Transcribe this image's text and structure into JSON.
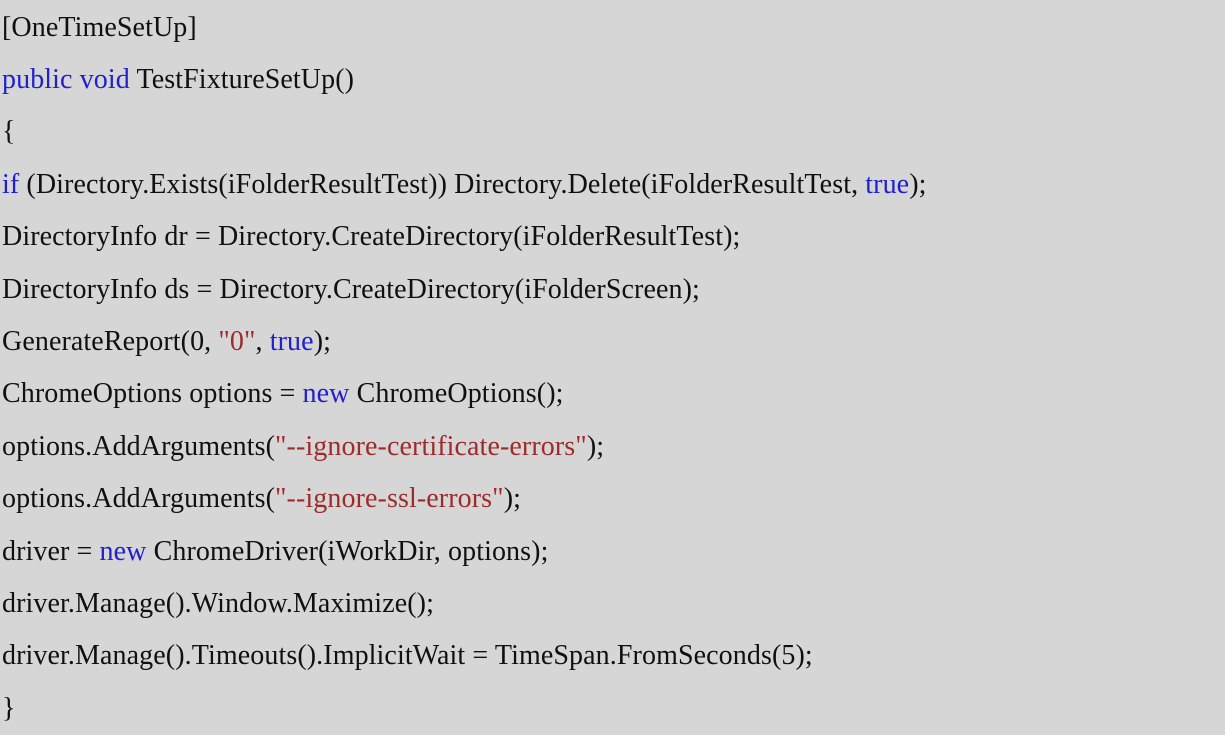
{
  "editor": {
    "background_color": "#d6d6d6",
    "default_text_color": "#101010",
    "keyword_color": "#2020cc",
    "string_color": "#9e2b2b",
    "language": "C#",
    "lines": [
      {
        "index": 1,
        "tokens": [
          {
            "kind": "plain",
            "text": "[OneTimeSetUp]"
          }
        ]
      },
      {
        "index": 2,
        "tokens": [
          {
            "kind": "keyword",
            "text": "public"
          },
          {
            "kind": "plain",
            "text": " "
          },
          {
            "kind": "keyword",
            "text": "void"
          },
          {
            "kind": "plain",
            "text": " TestFixtureSetUp()"
          }
        ]
      },
      {
        "index": 3,
        "tokens": [
          {
            "kind": "plain",
            "text": "{"
          }
        ]
      },
      {
        "index": 4,
        "tokens": [
          {
            "kind": "keyword",
            "text": "if"
          },
          {
            "kind": "plain",
            "text": " (Directory.Exists(iFolderResultTest)) Directory.Delete(iFolderResultTest, "
          },
          {
            "kind": "keyword",
            "text": "true"
          },
          {
            "kind": "plain",
            "text": ");"
          }
        ]
      },
      {
        "index": 5,
        "tokens": [
          {
            "kind": "plain",
            "text": "DirectoryInfo dr = Directory.CreateDirectory(iFolderResultTest);"
          }
        ]
      },
      {
        "index": 6,
        "tokens": [
          {
            "kind": "plain",
            "text": "DirectoryInfo ds = Directory.CreateDirectory(iFolderScreen);"
          }
        ]
      },
      {
        "index": 7,
        "tokens": [
          {
            "kind": "plain",
            "text": "GenerateReport(0, "
          },
          {
            "kind": "string",
            "text": "\"0\""
          },
          {
            "kind": "plain",
            "text": ", "
          },
          {
            "kind": "keyword",
            "text": "true"
          },
          {
            "kind": "plain",
            "text": ");"
          }
        ]
      },
      {
        "index": 8,
        "tokens": [
          {
            "kind": "plain",
            "text": "ChromeOptions options = "
          },
          {
            "kind": "keyword",
            "text": "new"
          },
          {
            "kind": "plain",
            "text": " ChromeOptions();"
          }
        ]
      },
      {
        "index": 9,
        "tokens": [
          {
            "kind": "plain",
            "text": "options.AddArguments("
          },
          {
            "kind": "string",
            "text": "\"--ignore-certificate-errors\""
          },
          {
            "kind": "plain",
            "text": ");"
          }
        ]
      },
      {
        "index": 10,
        "tokens": [
          {
            "kind": "plain",
            "text": "options.AddArguments("
          },
          {
            "kind": "string",
            "text": "\"--ignore-ssl-errors\""
          },
          {
            "kind": "plain",
            "text": ");"
          }
        ]
      },
      {
        "index": 11,
        "tokens": [
          {
            "kind": "plain",
            "text": "driver = "
          },
          {
            "kind": "keyword",
            "text": "new"
          },
          {
            "kind": "plain",
            "text": " ChromeDriver(iWorkDir, options);"
          }
        ]
      },
      {
        "index": 12,
        "tokens": [
          {
            "kind": "plain",
            "text": "driver.Manage().Window.Maximize();"
          }
        ]
      },
      {
        "index": 13,
        "tokens": [
          {
            "kind": "plain",
            "text": "driver.Manage().Timeouts().ImplicitWait = TimeSpan.FromSeconds(5);"
          }
        ]
      },
      {
        "index": 14,
        "tokens": [
          {
            "kind": "plain",
            "text": "}"
          }
        ]
      }
    ]
  }
}
